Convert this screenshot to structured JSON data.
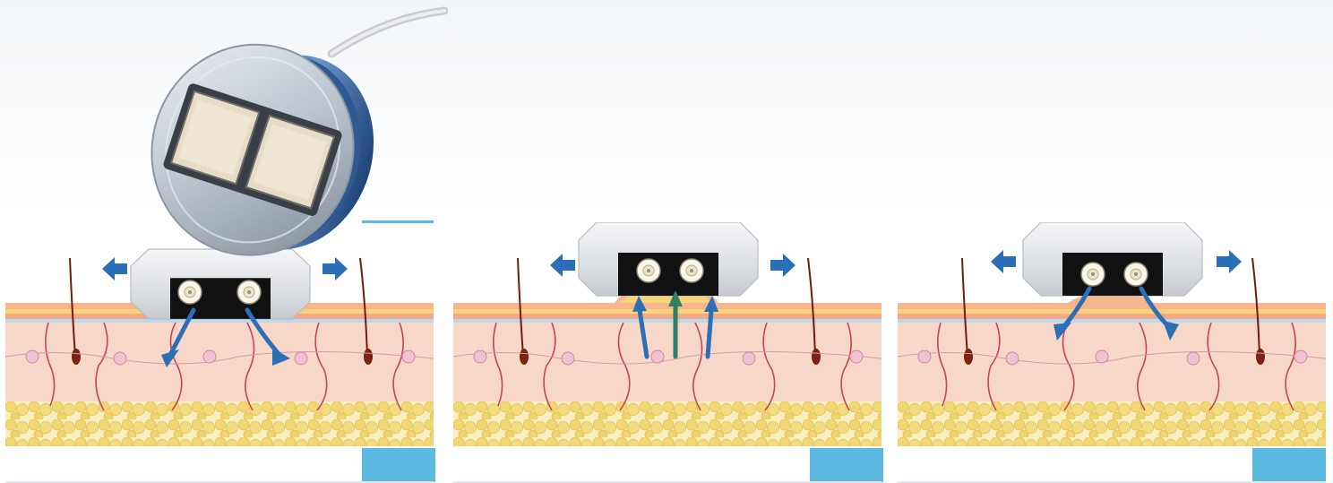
{
  "colors": {
    "accent_tab": "#5cb9df",
    "arrow_blue": "#2b6fb6",
    "arrow_green": "#2f7f62",
    "skin": "#f6d3c2",
    "epidermis": "#f0a77a",
    "fat": "#f2dc84",
    "hair": "#6a1f12",
    "vessel": "#c4455c"
  },
  "icons": [
    "rf-handpiece-image",
    "left-arrow-icon",
    "right-arrow-icon",
    "roller-icon"
  ],
  "panels": [
    {
      "id": "diverging",
      "flow": "down-outward"
    },
    {
      "id": "suction",
      "flow": "up-inward"
    },
    {
      "id": "release",
      "flow": "down-outward"
    }
  ]
}
